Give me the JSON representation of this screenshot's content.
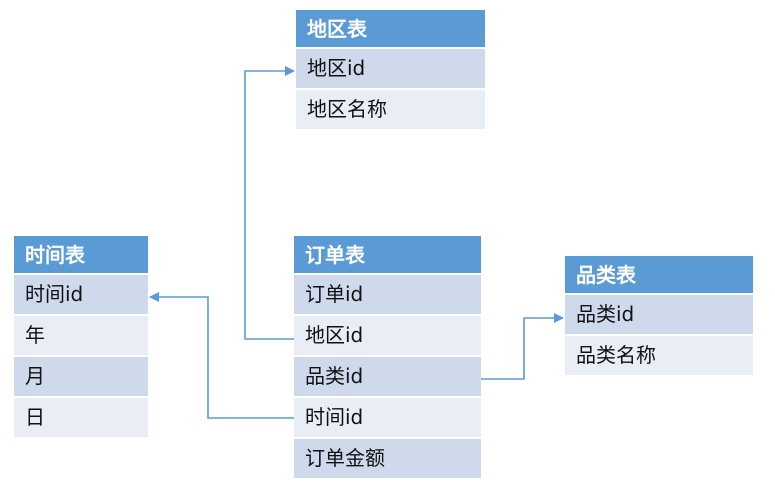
{
  "tables": {
    "region": {
      "title": "地区表",
      "fields": [
        "地区id",
        "地区名称"
      ]
    },
    "time": {
      "title": "时间表",
      "fields": [
        "时间id",
        "年",
        "月",
        "日"
      ]
    },
    "order": {
      "title": "订单表",
      "fields": [
        "订单id",
        "地区id",
        "品类id",
        "时间id",
        "订单金额"
      ]
    },
    "category": {
      "title": "品类表",
      "fields": [
        "品类id",
        "品类名称"
      ]
    }
  },
  "relations": [
    {
      "from": "订单表.地区id",
      "to": "地区表.地区id"
    },
    {
      "from": "订单表.品类id",
      "to": "品类表.品类id"
    },
    {
      "from": "订单表.时间id",
      "to": "时间表.时间id"
    }
  ],
  "colors": {
    "header": "#5b9bd5",
    "row_dark": "#cfd9ec",
    "row_light": "#e8edf6",
    "connector": "#5b9bd5"
  }
}
